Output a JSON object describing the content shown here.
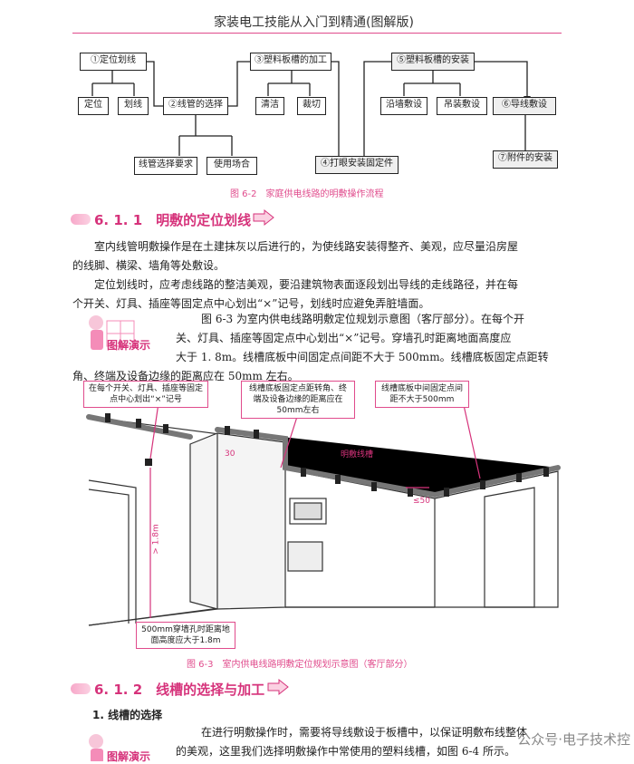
{
  "header": {
    "title": "家装电工技能从入门到精通(图解版)"
  },
  "flow": {
    "b1": "①定位划线",
    "b1a": "定位",
    "b1b": "划线",
    "b2": "②线管的选择",
    "b2a": "线管选择要求",
    "b2b": "使用场合",
    "b3": "③塑料板槽的加工",
    "b3a": "清洁",
    "b3b": "裁切",
    "b4": "④打眼安装固定件",
    "b5": "⑤塑料板槽的安装",
    "b5a": "沿墙敷设",
    "b5b": "吊装敷设",
    "b6": "⑥导线敷设",
    "b7": "⑦附件的安装"
  },
  "fig62_caption": "图 6-2　家庭供电线路的明敷操作流程",
  "sec611": {
    "num": "6. 1. 1",
    "title": "明敷的定位划线"
  },
  "para1": [
    "室内线管明敷操作是在土建抹灰以后进行的，为使线路安装得整齐、美观，应尽量沿房屋",
    "的线脚、横梁、墙角等处敷设。"
  ],
  "para2": [
    "定位划线时，应考虑线路的整洁美观，要沿建筑物表面逐段划出导线的走线路径，并在每",
    "个开关、灯具、插座等固定点中心划出“×”记号，划线时应避免弄脏墙面。"
  ],
  "para3": [
    "图 6-3 为室内供电线路明敷定位规划示意图（客厅部分）。在每个开",
    "关、灯具、插座等固定点中心划出“×”记号。穿墙孔时距离地面高度应",
    "大于 1. 8m。线槽底板中间固定点间距不大于 500mm。线槽底板固定点距转",
    "角、终端及设备边缘的距离应在 50mm 左右。"
  ],
  "badge": "图解演示",
  "figure": {
    "callout1": "在每个开关、灯具、插座等固定点中心划出“×”记号",
    "callout2": "线槽底板固定点距转角、终端及设备边缘的距离应在50mm左右",
    "callout3": "线槽底板中间固定点间距不大于500mm",
    "callout4": "500mm穿墙孔时距离地面高度应大于1.8m",
    "label_slot": "明敷线槽",
    "dim_50": "≤50",
    "dim_30": "30",
    "dim_18": "> 1.8m"
  },
  "fig63_caption": "图 6-3　室内供电线路明敷定位规划示意图（客厅部分）",
  "sec612": {
    "num": "6. 1. 2",
    "title": "线槽的选择与加工"
  },
  "sub1": "1. 线槽的选择",
  "para4": [
    "在进行明敷操作时，需要将导线敷设于板槽中，以保证明敷布线整体",
    "的美观，这里我们选择明敷操作中常使用的塑料线槽，如图 6-4 所示。"
  ],
  "watermark": "公众号·电子技术控"
}
